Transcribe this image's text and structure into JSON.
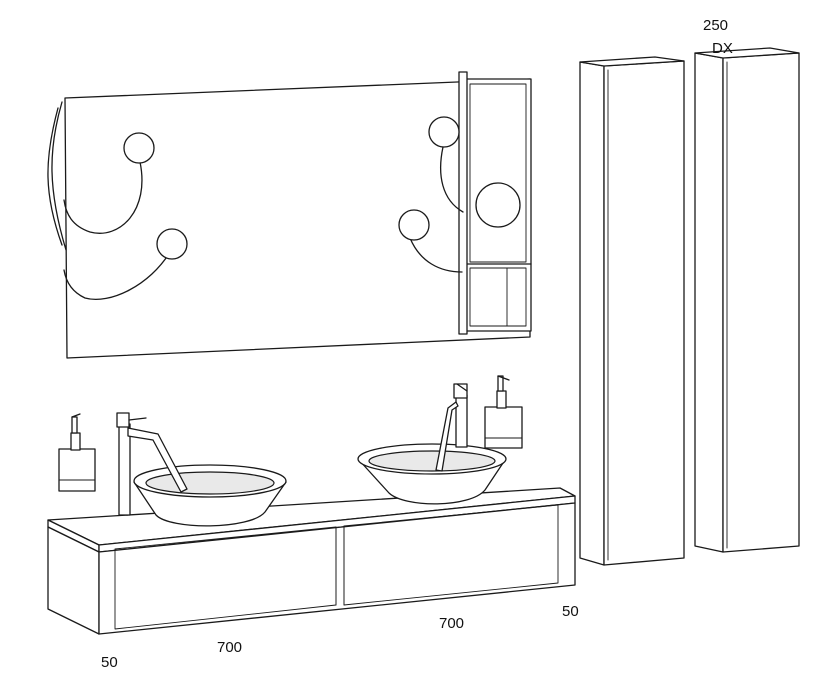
{
  "dimensions": {
    "mirror_width": "250",
    "mirror_side": "DX",
    "left_unit_width": "700",
    "right_unit_width": "700",
    "right_gap": "50",
    "left_gap": "50"
  }
}
